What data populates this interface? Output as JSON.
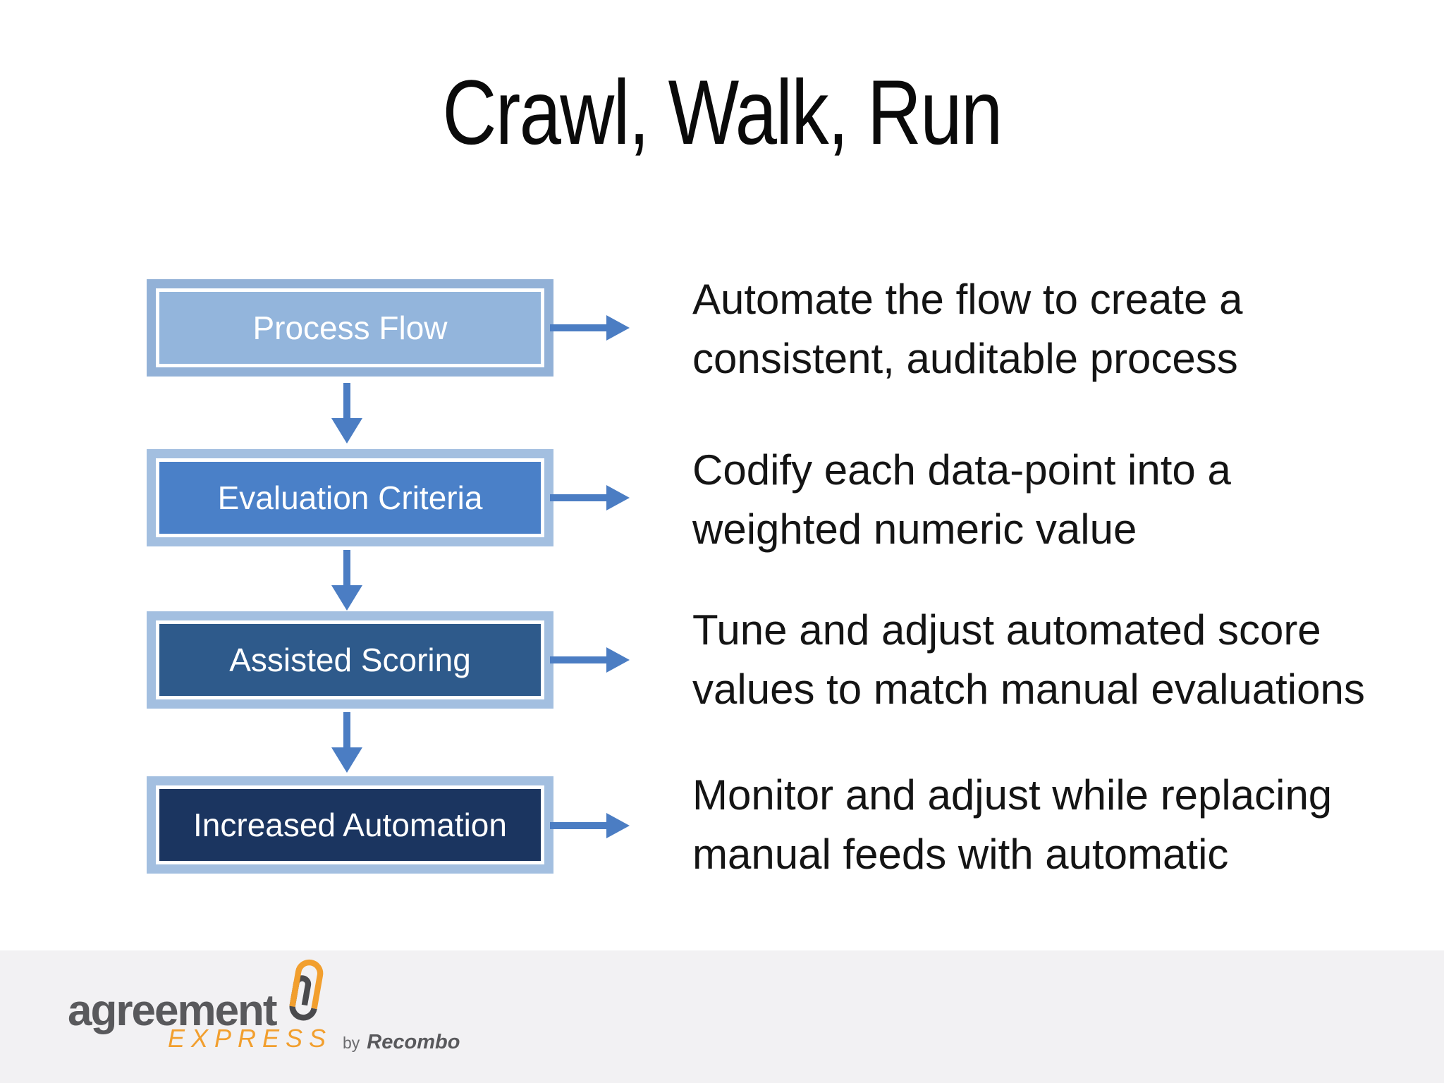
{
  "slide": {
    "title": "Crawl, Walk, Run",
    "background": "#ffffff"
  },
  "flow": {
    "frame_color": "#a3bfe0",
    "first_frame_color": "#92b1d7",
    "arrow_color": "#4b7dc3",
    "label_text_color": "#ffffff",
    "steps": [
      {
        "label": "Process Flow",
        "fill": "#93b5dc",
        "desc_line1": "Automate the flow to create a",
        "desc_line2": "consistent, auditable process"
      },
      {
        "label": "Evaluation Criteria",
        "fill": "#4a80c8",
        "desc_line1": "Codify each data-point into a",
        "desc_line2": "weighted numeric value"
      },
      {
        "label": "Assisted Scoring",
        "fill": "#2e5a8b",
        "desc_line1": "Tune and adjust automated score",
        "desc_line2": "values to match manual evaluations"
      },
      {
        "label": "Increased Automation",
        "fill": "#1b3560",
        "desc_line1": "Monitor and adjust while replacing",
        "desc_line2": "manual feeds with automatic"
      }
    ]
  },
  "text_colors": {
    "title": "#0a0a0a",
    "body": "#141414"
  },
  "footer": {
    "background": "#f2f1f3",
    "logo": {
      "word_agreement": "agreement",
      "word_express": "EXPRESS",
      "byline_by": "by",
      "byline_brand": "Recombo",
      "gray": "#59595c",
      "byline_gray": "#6b6b6e",
      "orange": "#f29f2e",
      "paperclip_icon": "paperclip-icon"
    }
  }
}
